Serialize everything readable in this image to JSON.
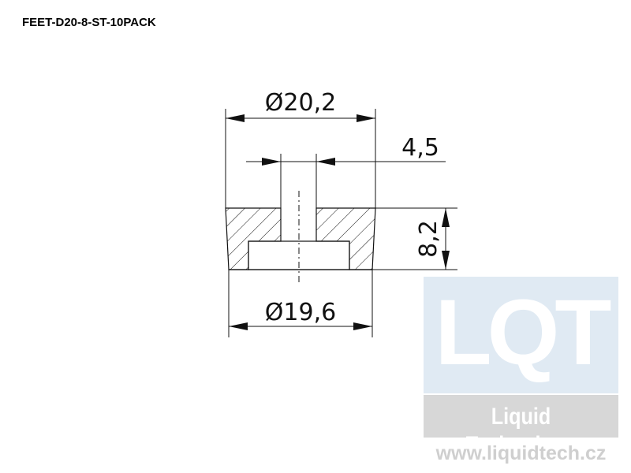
{
  "title": "FEET-D20-8-ST-10PACK",
  "dimensions": {
    "outer_diameter": "Ø20,2",
    "hole_diameter": "4,5",
    "height": "8,2",
    "bottom_diameter": "Ø19,6"
  },
  "watermark": {
    "logo": "LQT",
    "company": "Liquid Technology",
    "url": "www.liquidtech.cz"
  },
  "colors": {
    "line": "#111111",
    "watermark_blue": "#dbe6f1",
    "watermark_gray": "#d3d3d3"
  }
}
